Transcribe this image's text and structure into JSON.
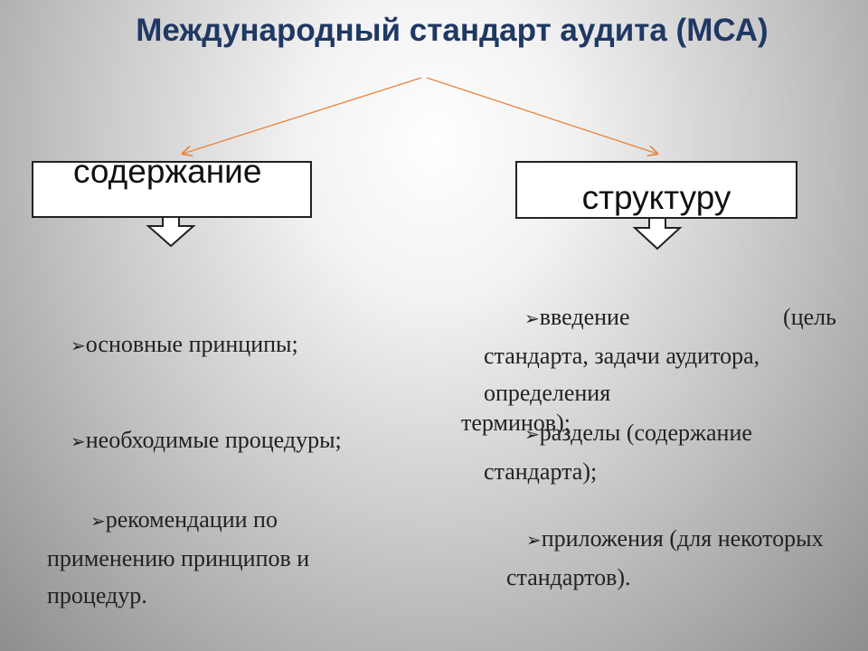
{
  "title": "Международный стандарт аудита (МСА)",
  "boxes": {
    "left": "содержание",
    "right": "структуру"
  },
  "marker": "➢",
  "left_items": [
    "основные принципы;",
    "необходимые процедуры;",
    {
      "line1": "рекомендации по",
      "line2": "применению принципов и",
      "line3": "процедур."
    }
  ],
  "right_items": {
    "intro": {
      "w1": "введение",
      "w2": "(цель",
      "line2": "стандарта, задачи аудитора,",
      "line3": "определения",
      "line4": "терминов);"
    },
    "sections": {
      "line1": "разделы (содержание",
      "line2": "стандарта);"
    },
    "appendix": {
      "line1": "приложения (для некоторых",
      "line2": "стандартов)."
    }
  },
  "colors": {
    "title": "#1f3864",
    "arrow": "#e8833a"
  }
}
